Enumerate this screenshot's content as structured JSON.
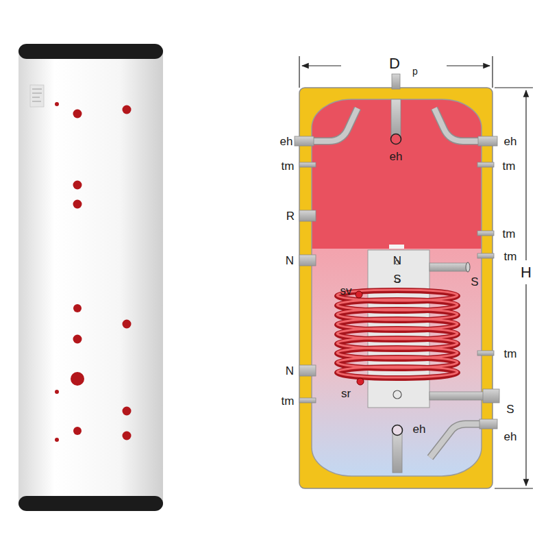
{
  "diagram": {
    "nodes": [
      {
        "text": [
          "N",
          "S"
        ]
      }
    ],
    "labels": [
      "D",
      "p",
      "eh",
      "eh",
      "eh",
      "tm",
      "tm",
      "R",
      "tm",
      "tm",
      "N",
      "H",
      "S",
      "sv",
      "tm",
      "N",
      "sr",
      "S",
      "tm",
      "eh",
      "eh"
    ]
  }
}
